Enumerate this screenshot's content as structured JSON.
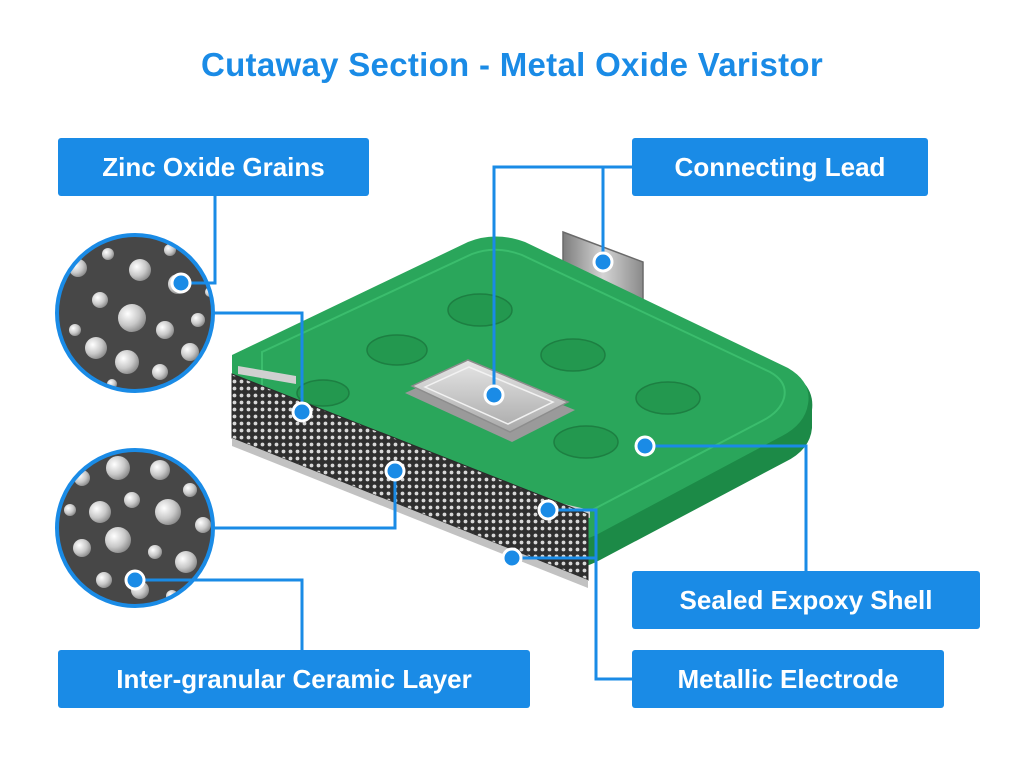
{
  "title": "Cutaway Section - Metal Oxide Varistor",
  "labels": {
    "zinc_oxide_grains": "Zinc Oxide Grains",
    "connecting_lead": "Connecting Lead",
    "sealed_shell": "Sealed Expoxy Shell",
    "inter_granular_layer": "Inter-granular Ceramic Layer",
    "metallic_electrode": "Metallic Electrode"
  },
  "colors": {
    "accent": "#1a8be6",
    "epoxy_green": "#29a55a",
    "grain_dark": "#3a3a3a",
    "electrode_silver": "#c9c9c9"
  }
}
